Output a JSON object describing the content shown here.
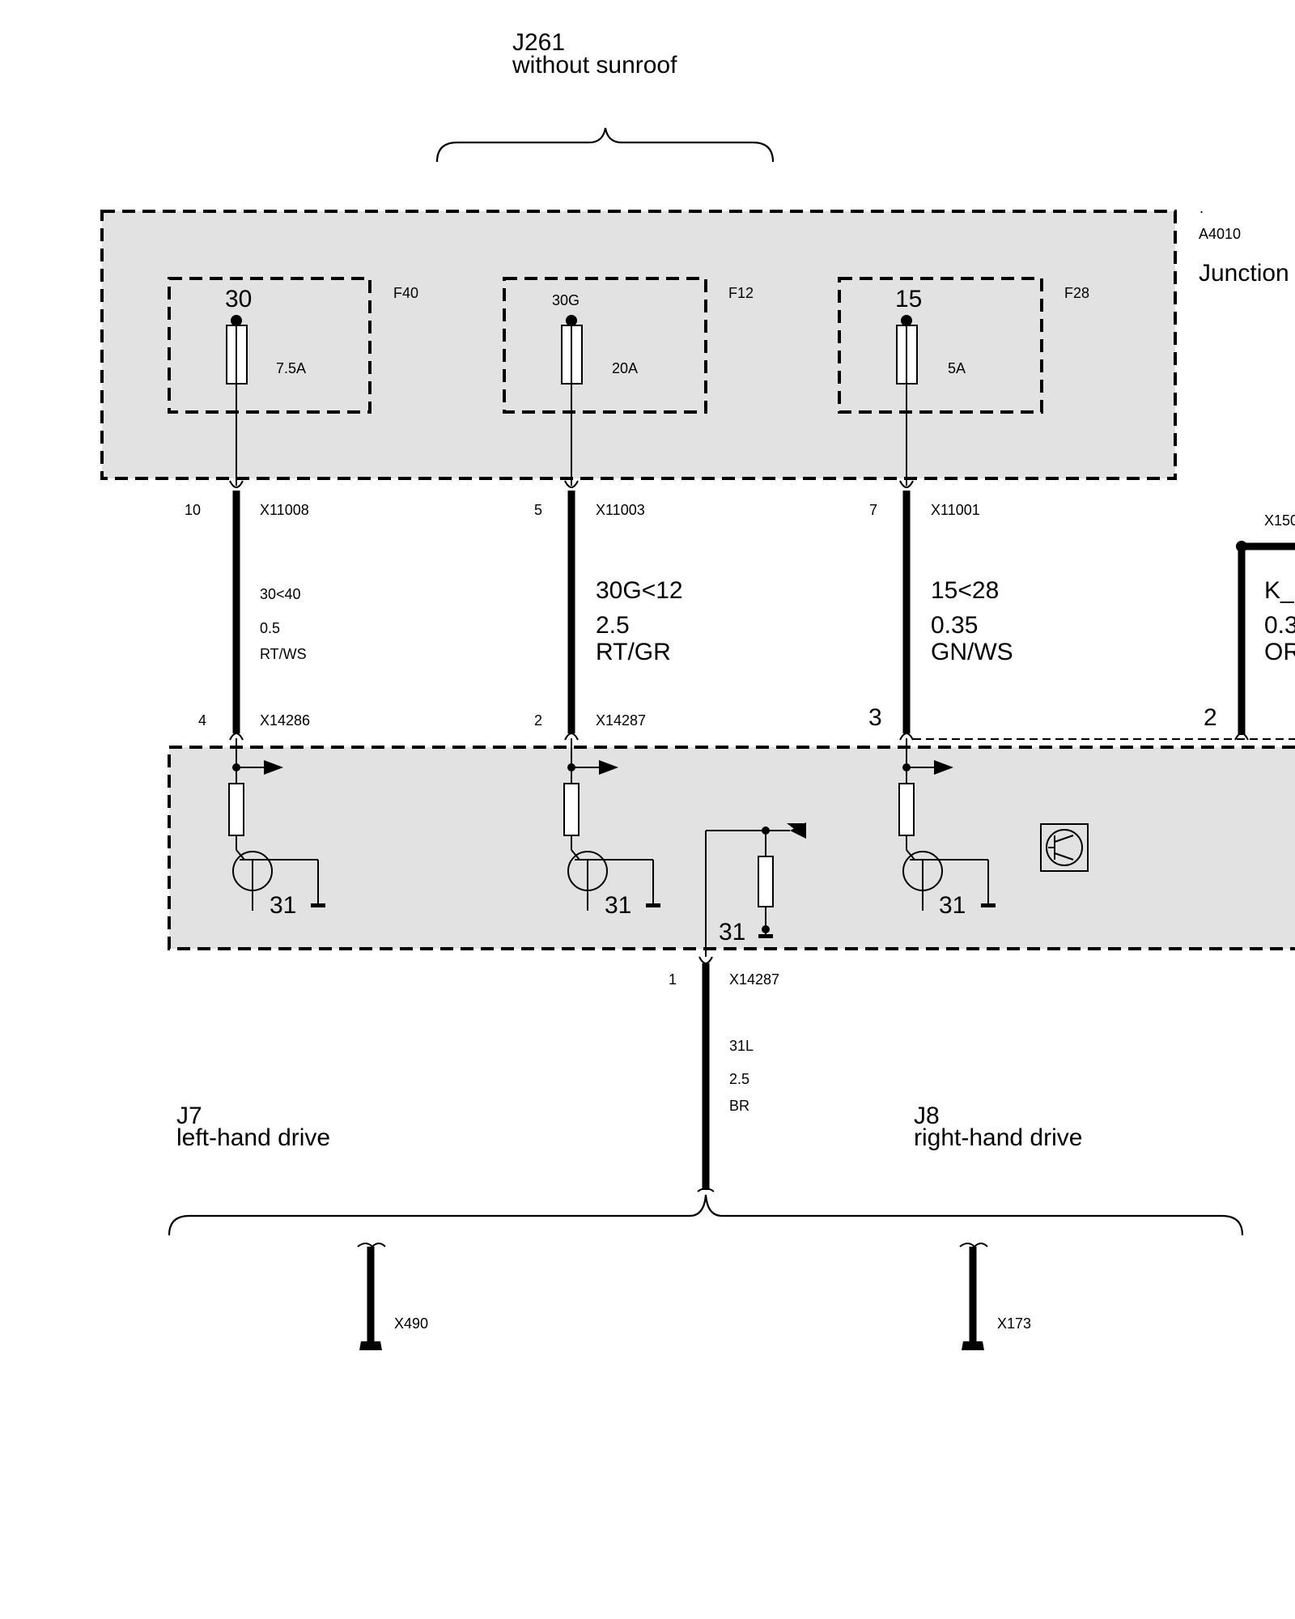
{
  "top_variant": {
    "id": "J261",
    "desc": "without sunroof"
  },
  "junction_box": {
    "dot": ".",
    "id": "A4010",
    "name": "Junction"
  },
  "fuses": [
    {
      "terminal": "30",
      "name": "F40",
      "rating": "7.5A"
    },
    {
      "terminal": "30G",
      "name": "F12",
      "rating": "20A"
    },
    {
      "terminal": "15",
      "name": "F28",
      "rating": "5A"
    }
  ],
  "wires": [
    {
      "pin_top": "10",
      "connector_top": "X11008",
      "signal": "30<40",
      "gauge": "0.5",
      "color": "RT/WS",
      "pin_bottom": "4",
      "connector_bottom": "X14286"
    },
    {
      "pin_top": "5",
      "connector_top": "X11003",
      "signal": "30G<12",
      "gauge": "2.5",
      "color": "RT/GR",
      "pin_bottom": "2",
      "connector_bottom": "X14287"
    },
    {
      "pin_top": "7",
      "connector_top": "X11001",
      "signal": "15<28",
      "gauge": "0.35",
      "color": "GN/WS",
      "pin_bottom": "3",
      "connector_bottom": ""
    }
  ],
  "side_wire": {
    "connector": "X150",
    "signal": "K_",
    "gauge": "0.3",
    "color": "OR",
    "pin_bottom": "2"
  },
  "module": {
    "ground_terminals": [
      "31",
      "31",
      "31",
      "31"
    ]
  },
  "ground_wire": {
    "pin": "1",
    "connector": "X14287",
    "signal": "31L",
    "gauge": "2.5",
    "color": "BR"
  },
  "variants": [
    {
      "id": "J7",
      "desc": "left-hand drive",
      "ground": "X490"
    },
    {
      "id": "J8",
      "desc": "right-hand drive",
      "ground": "X173"
    }
  ]
}
